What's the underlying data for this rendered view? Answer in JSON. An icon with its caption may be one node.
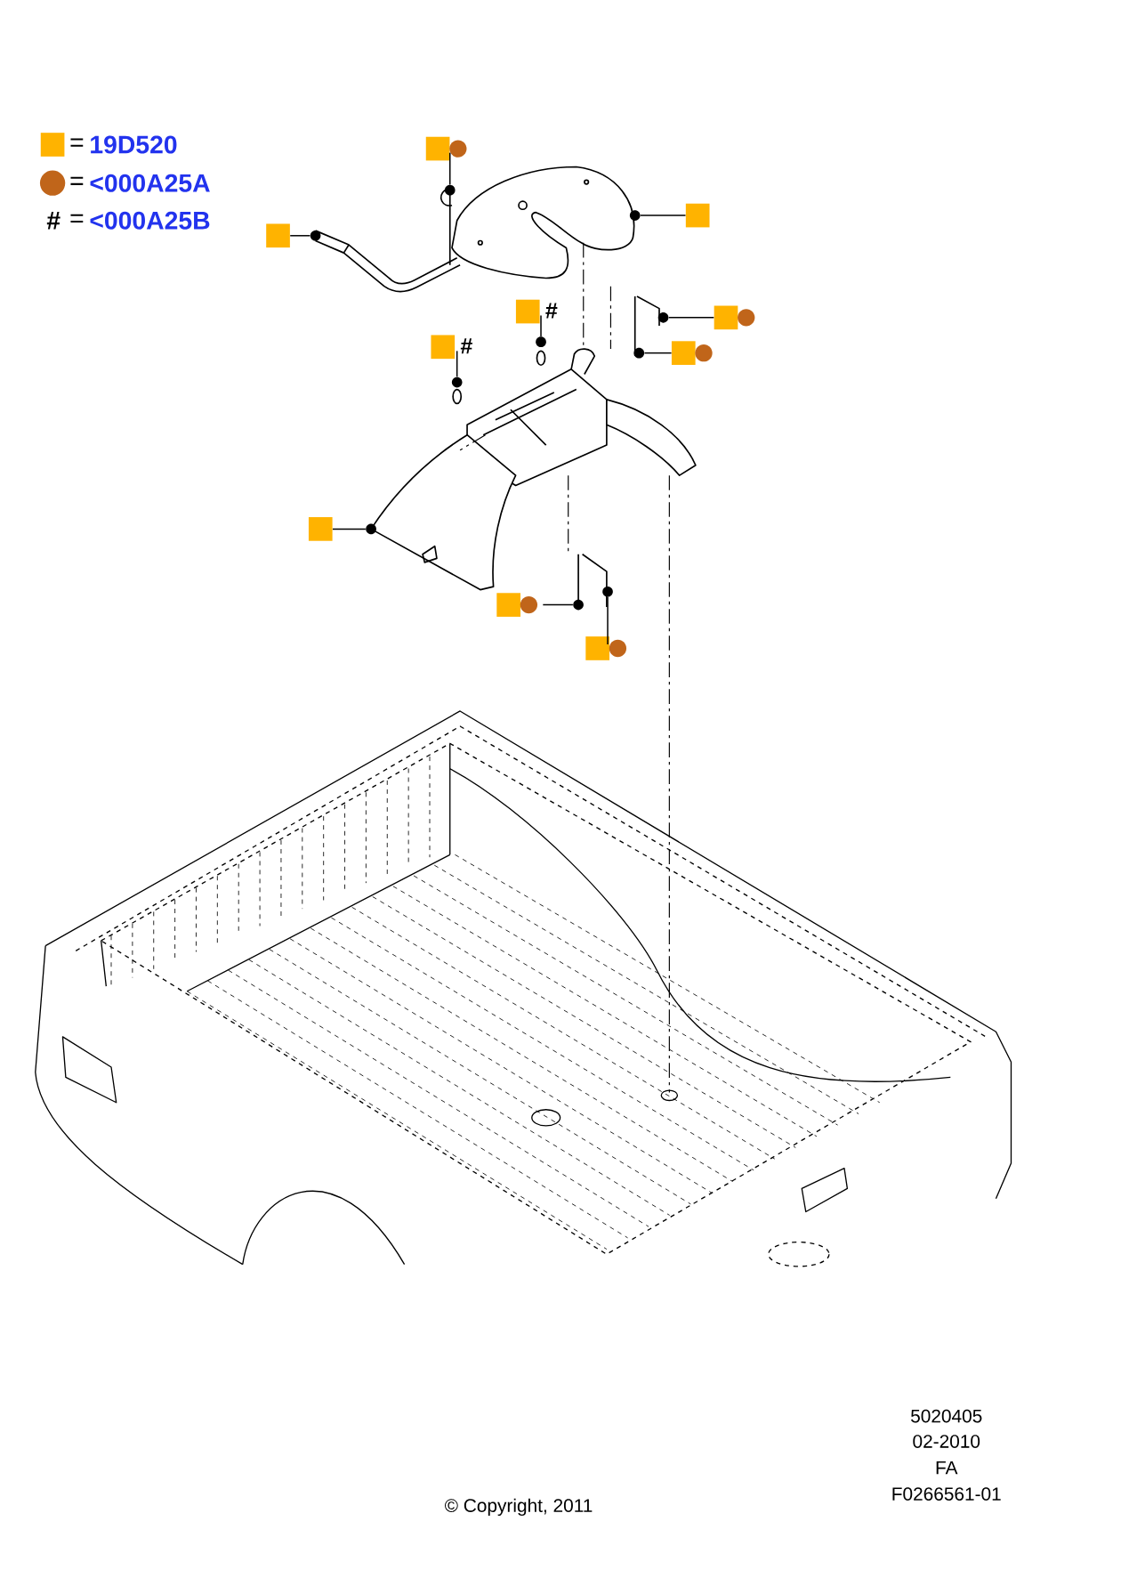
{
  "diagram": {
    "nodes": [
      {
        "text": [],
        "shape": "box"
      },
      {
        "text": [],
        "shape": "box"
      },
      {
        "text": [],
        "shape": "box"
      },
      {
        "text": [
          "#"
        ]
      },
      {
        "text": [],
        "shape": "box"
      },
      {
        "text": [
          "#"
        ]
      },
      {
        "text": [],
        "shape": "box"
      },
      {
        "text": [],
        "shape": "box"
      },
      {
        "text": [],
        "shape": "box"
      },
      {
        "text": [],
        "shape": "box"
      },
      {
        "text": [],
        "shape": "circle"
      },
      {
        "text": [],
        "shape": "circle"
      },
      {
        "text": [],
        "shape": "circle"
      },
      {
        "text": [],
        "shape": "circle"
      },
      {
        "text": [],
        "shape": "circle"
      },
      {
        "text": [],
        "shape": "circle"
      },
      {
        "text": [],
        "shape": "circle"
      },
      {
        "text": [],
        "shape": "circle"
      },
      {
        "text": [],
        "shape": "circle"
      },
      {
        "text": [],
        "shape": "circle"
      }
    ],
    "edges": [
      {
        "from": 0,
        "to": 10,
        "arrow": "none"
      },
      {
        "from": 1,
        "to": 11,
        "arrow": "none"
      },
      {
        "from": 2,
        "to": 12,
        "arrow": "none"
      },
      {
        "from": 3,
        "to": 13,
        "arrow": "none"
      },
      {
        "from": 4,
        "to": 14,
        "arrow": "none"
      },
      {
        "from": 5,
        "to": 15,
        "arrow": "none"
      },
      {
        "from": 6,
        "to": 16,
        "arrow": "none"
      },
      {
        "from": 7,
        "to": 17,
        "arrow": "none"
      },
      {
        "from": 8,
        "to": 18,
        "arrow": "none"
      },
      {
        "from": 9,
        "to": 19,
        "arrow": "none"
      }
    ],
    "labels": [
      "=",
      "=",
      "#",
      "=",
      "5020405",
      "02-2010",
      "FA",
      "F0266561-01",
      "© Copyright, 2011"
    ],
    "legend": [
      {
        "text": "19D520",
        "color": "#ffb300"
      },
      {
        "text": "<000A25A",
        "color": "#c0651a"
      },
      {
        "text": "<000A25B"
      }
    ]
  }
}
